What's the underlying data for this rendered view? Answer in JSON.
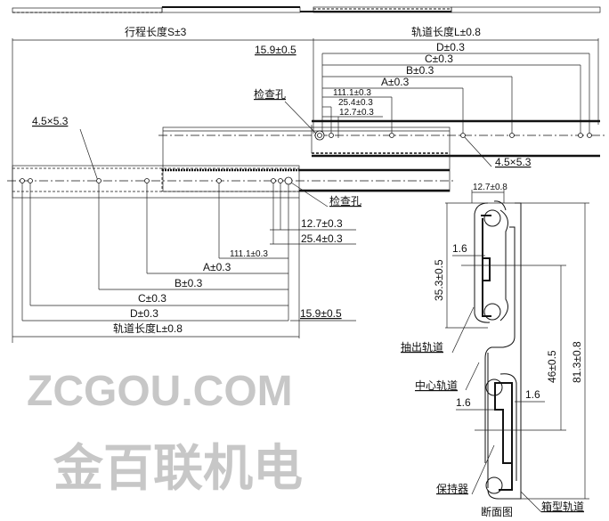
{
  "dims_top": {
    "stroke": "行程长度S±3",
    "rail_length": "轨道长度L±0.8",
    "offset": "15.9±0.5",
    "d": "D±0.3",
    "c": "C±0.3",
    "b": "B±0.3",
    "a": "A±0.3",
    "p111": "111.1±0.3",
    "p254": "25.4±0.3",
    "p127": "12.7±0.3",
    "check_hole": "检查孔",
    "hole_size_left": "4.5×5.3",
    "hole_size_right": "4.5×5.3"
  },
  "dims_bottom": {
    "check_hole": "检查孔",
    "p127": "12.7±0.3",
    "p254": "25.4±0.3",
    "p111": "111.1±0.3",
    "a": "A±0.3",
    "b": "B±0.3",
    "c": "C±0.3",
    "d": "D±0.3",
    "offset": "15.9±0.5",
    "rail_length": "轨道长度L±0.8"
  },
  "section": {
    "width": "12.7±0.8",
    "h_upper": "35.3±0.5",
    "h_mid": "46±0.5",
    "h_total": "81.3±0.8",
    "thick1": "1.6",
    "thick2": "1.6",
    "thick3": "1.6",
    "pull_rail": "抽出轨道",
    "center_rail": "中心轨道",
    "retainer": "保持器",
    "box_rail": "箱型轨道",
    "title": "断面图"
  },
  "watermark": {
    "site": "ZCGOU.COM",
    "brand": "金百联机电"
  }
}
